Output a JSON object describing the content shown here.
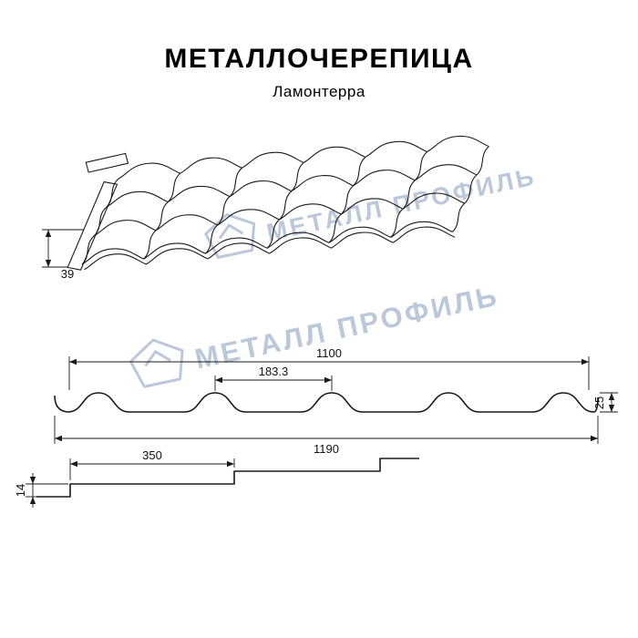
{
  "header": {
    "title": "МЕТАЛЛОЧЕРЕПИЦА",
    "subtitle": "Ламонтерра"
  },
  "watermark": {
    "text": "МЕТАЛЛ ПРОФИЛЬ",
    "color": "#bac8d9"
  },
  "diagram": {
    "line_color": "#1a1a1a",
    "dimensions": {
      "eaves_overhang": "39",
      "cover_width": "1100",
      "wave_pitch": "183.3",
      "profile_height": "25",
      "sheet_width": "1190",
      "module_length": "350",
      "step_height": "14"
    }
  }
}
